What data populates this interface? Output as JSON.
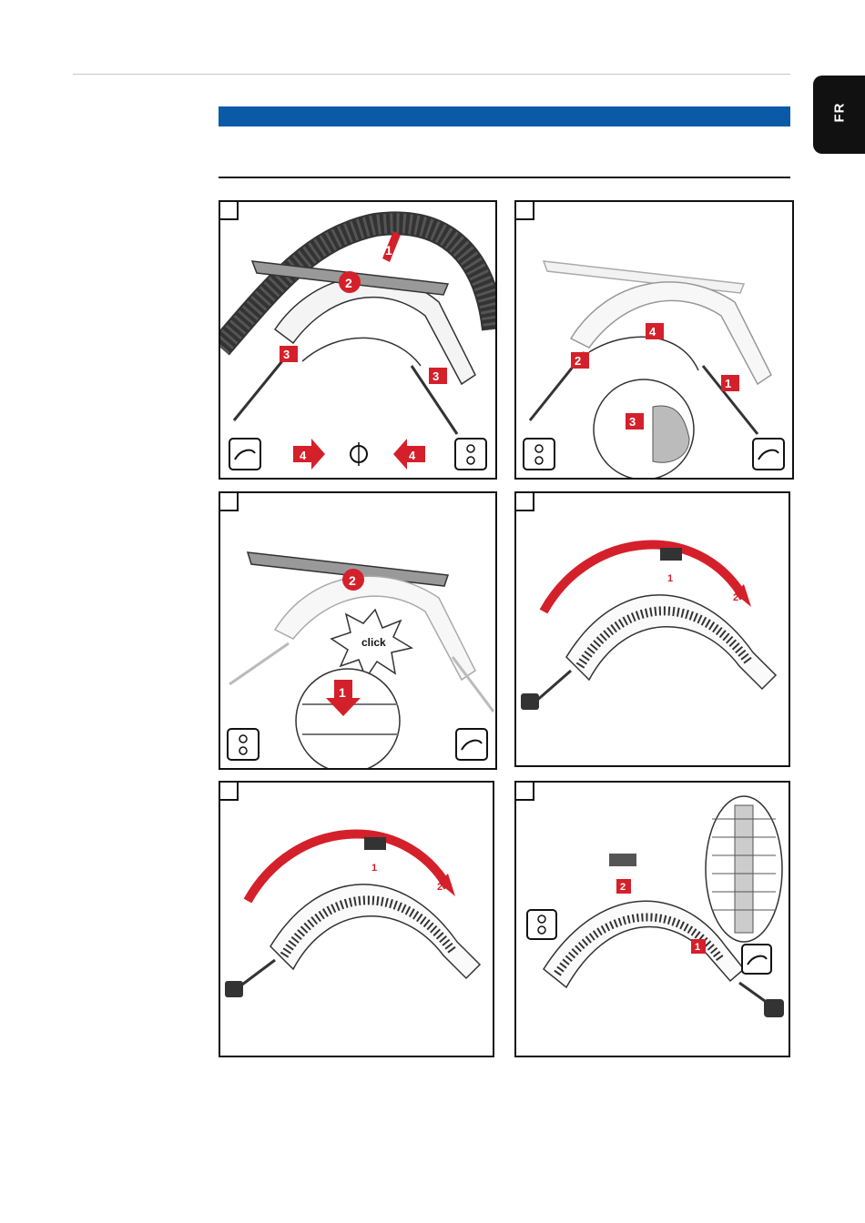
{
  "language_tab": "FR",
  "colors": {
    "section_bar": "#0a5aa8",
    "arrow_red": "#d4202a",
    "tab_bg": "#111111"
  },
  "figures": [
    {
      "id": 1,
      "callouts": [
        "1",
        "2",
        "3",
        "3",
        "4",
        "4"
      ]
    },
    {
      "id": 2,
      "callouts": [
        "1",
        "2",
        "3",
        "4"
      ]
    },
    {
      "id": 3,
      "callouts": [
        "1",
        "2"
      ],
      "click_label": "click"
    },
    {
      "id": 4,
      "callouts": [
        "1",
        "2"
      ]
    },
    {
      "id": 5,
      "callouts": [
        "1",
        "2"
      ]
    },
    {
      "id": 6,
      "callouts": [
        "1",
        "2"
      ]
    }
  ]
}
